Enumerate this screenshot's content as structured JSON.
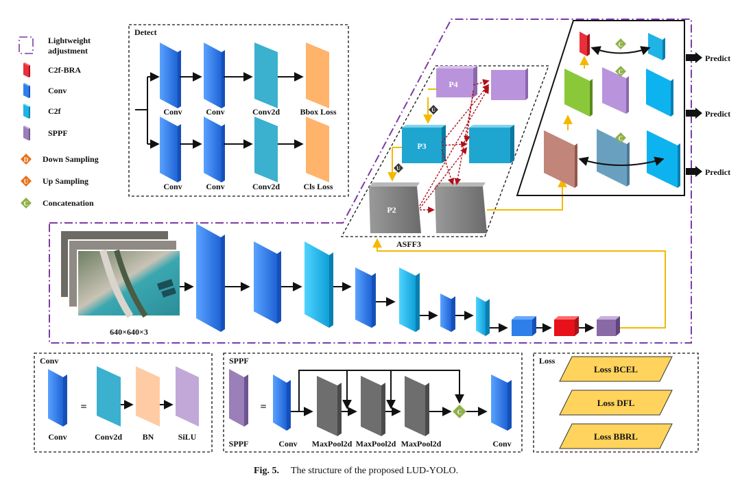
{
  "legend": {
    "title_line1": "Lightweight",
    "title_line2": "adjustment",
    "items": [
      "C2f-BRA",
      "Conv",
      "C2f",
      "SPPF",
      "Down Sampling",
      "Up Sampling",
      "Concatenation"
    ],
    "badge_letters": [
      "D",
      "U",
      "C"
    ]
  },
  "detect": {
    "title": "Detect",
    "row1": [
      "Conv",
      "Conv",
      "Conv2d",
      "Bbox Loss"
    ],
    "row2": [
      "Conv",
      "Conv",
      "Conv2d",
      "Cls Loss"
    ]
  },
  "asff": {
    "label": "ASFF3",
    "p4": "P4",
    "p3": "P3",
    "p2": "P2",
    "up": "U"
  },
  "neck": {
    "concat": "C",
    "predict": [
      "Predict",
      "Predict",
      "Predict"
    ]
  },
  "backbone": {
    "input_size": "640×640×3"
  },
  "conv_box": {
    "title": "Conv",
    "left": "Conv",
    "equals": "=",
    "parts": [
      "Conv2d",
      "BN",
      "SiLU"
    ]
  },
  "sppf_box": {
    "title": "SPPF",
    "left": "SPPF",
    "equals": "=",
    "parts": [
      "Conv",
      "MaxPool2d",
      "MaxPool2d",
      "MaxPool2d",
      "Conv"
    ],
    "concat": "C"
  },
  "loss_box": {
    "title": "Loss",
    "items": [
      "Loss BCEL",
      "Loss DFL",
      "Loss BBRL"
    ]
  },
  "caption": {
    "fig": "Fig. 5.",
    "text": "The structure of the proposed LUD-YOLO."
  },
  "colors": {
    "conv": "#2f7fe8",
    "c2f": "#1fb3e6",
    "conv2d": "#3bb0cf",
    "bbox": "#ffb36b",
    "sppf": "#9a7fb8",
    "c2fbra": "#e8303a",
    "downsample": "#e8701a",
    "concat": "#8fb04a",
    "arrow_yellow": "#f5b800",
    "frame_purple": "#7b3aa5"
  }
}
